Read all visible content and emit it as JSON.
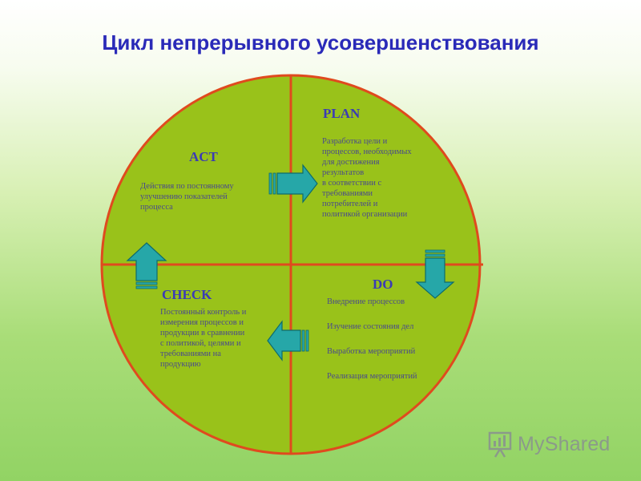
{
  "title": "Цикл непрерывного усовершенствования",
  "quadrants": {
    "plan": {
      "title": "PLAN",
      "lines": [
        "Разработка цели и",
        "процессов, необходимых",
        "для достижения",
        "результатов",
        "в соответствии с",
        "требованиями",
        "потребителей и",
        "политикой организации"
      ]
    },
    "do": {
      "title": "DO",
      "lines": [
        "Внедрение процессов",
        "Изучение состояния дел",
        "Выработка мероприятий",
        "Реализация мероприятий"
      ]
    },
    "check": {
      "title": "CHECK",
      "lines": [
        "Постоянный контроль и",
        "измерения процессов и",
        "продукции в сравнении",
        "с политикой, целями и",
        "требованиями на",
        "продукцию"
      ]
    },
    "act": {
      "title": "ACT",
      "lines": [
        "Действия по постоянному",
        "улучшению показателей",
        "процесса"
      ]
    }
  },
  "arrows": [
    {
      "name": "arrow-right-icon",
      "from": "act",
      "to": "plan"
    },
    {
      "name": "arrow-down-icon",
      "from": "plan",
      "to": "do"
    },
    {
      "name": "arrow-left-icon",
      "from": "do",
      "to": "check"
    },
    {
      "name": "arrow-up-icon",
      "from": "check",
      "to": "act"
    }
  ],
  "colors": {
    "circle_fill": "#99c21a",
    "circle_stroke": "#e04a1e",
    "arrow_fill": "#26a7a8",
    "arrow_stroke": "#0e6b6d",
    "title": "#2a2ab8",
    "watermark": "#8b9a8a"
  },
  "watermark": {
    "text": "MyShared",
    "icon": "presentation-chart-icon"
  }
}
